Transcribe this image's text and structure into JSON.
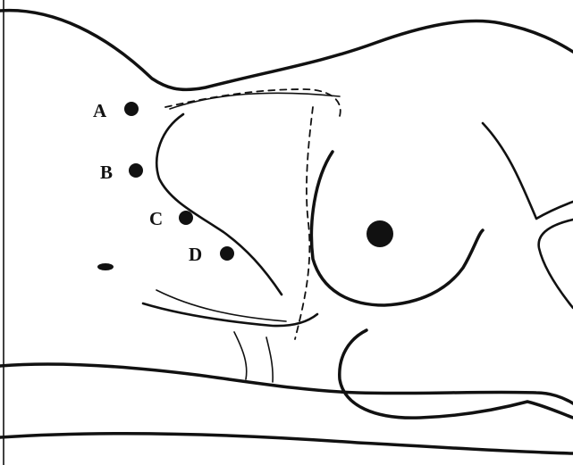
{
  "points": [
    {
      "label": "A",
      "id": "a"
    },
    {
      "label": "B",
      "id": "b"
    },
    {
      "label": "C",
      "id": "c"
    },
    {
      "label": "D",
      "id": "d"
    }
  ],
  "colors": {
    "line": "#111111",
    "background": "#ffffff"
  }
}
